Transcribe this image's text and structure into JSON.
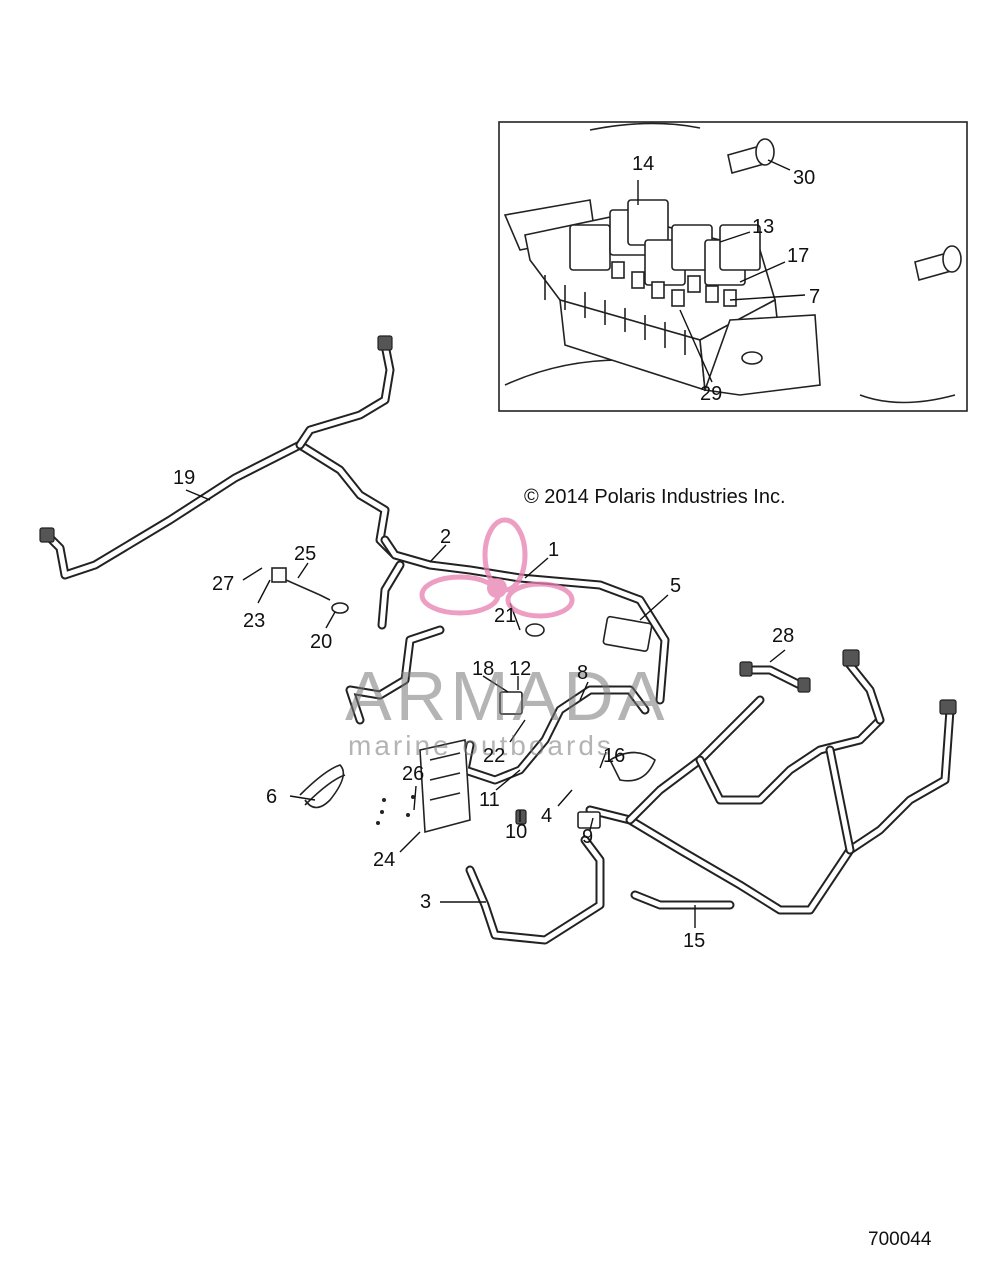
{
  "copyright": "© 2014 Polaris Industries Inc.",
  "diagram_code": "700044",
  "watermark": {
    "brand": "ARMADA",
    "tagline": "marine outboards",
    "accent_color": "#e67fb0"
  },
  "colors": {
    "line": "#222222",
    "background": "#ffffff",
    "watermark_gray": "#777777"
  },
  "callouts": {
    "c1": "1",
    "c2": "2",
    "c3": "3",
    "c4": "4",
    "c5": "5",
    "c6": "6",
    "c7": "7",
    "c8": "8",
    "c9": "9",
    "c10": "10",
    "c11": "11",
    "c12": "12",
    "c13": "13",
    "c14": "14",
    "c15": "15",
    "c16": "16",
    "c17": "17",
    "c18": "18",
    "c19": "19",
    "c20": "20",
    "c21": "21",
    "c22": "22",
    "c23": "23",
    "c24": "24",
    "c25": "25",
    "c26": "26",
    "c27": "27",
    "c28": "28",
    "c29": "29",
    "c30": "30"
  }
}
